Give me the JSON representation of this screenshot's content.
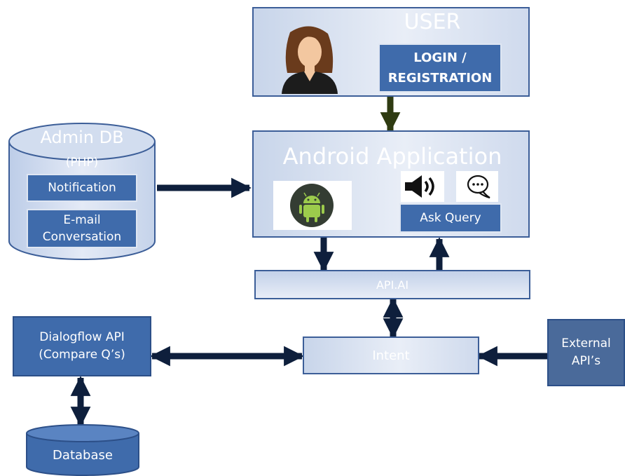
{
  "user": {
    "title": "USER",
    "login_button": "LOGIN /\nREGISTRATION"
  },
  "android_app": {
    "title": "Android Application",
    "ask_query": "Ask Query"
  },
  "admin_db": {
    "title": "Admin DB",
    "subtitle": "(PHP)",
    "notification": "Notification",
    "email": "E-mail\nConversation"
  },
  "api_ai": {
    "label": "API.AI"
  },
  "intent": {
    "label": "Intent"
  },
  "dialogflow": {
    "label": "Dialogflow API\n(Compare Q’s)"
  },
  "external": {
    "label": "External\nAPI’s"
  },
  "database": {
    "label": "Database"
  },
  "colors": {
    "box_border": "#3c5e98",
    "dark_box": "#3f6bab",
    "arrow": "#0e1f3c"
  }
}
